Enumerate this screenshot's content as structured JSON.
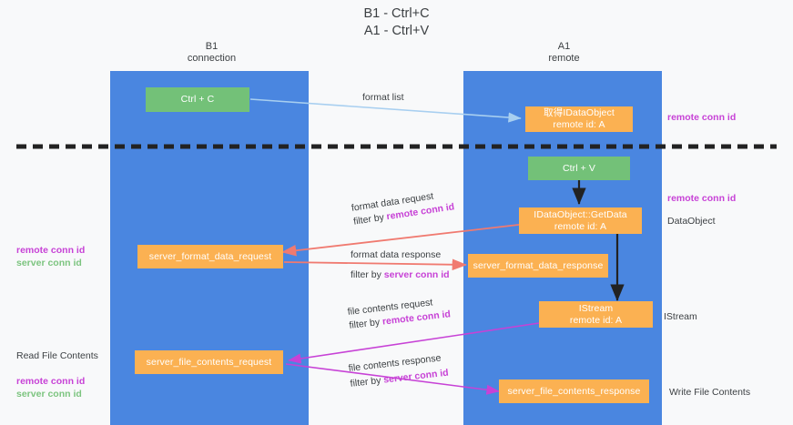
{
  "title": {
    "line1": "B1 - Ctrl+C",
    "line2": "A1 - Ctrl+V"
  },
  "columns": [
    {
      "id": "b1",
      "name": "B1",
      "role": "connection"
    },
    {
      "id": "a1",
      "name": "A1",
      "role": "remote"
    }
  ],
  "nodes": {
    "ctrl_c": {
      "label": "Ctrl + C"
    },
    "get_idataobject": {
      "label": "取得IDataObject",
      "sub": "remote id: A"
    },
    "ctrl_v": {
      "label": "Ctrl + V"
    },
    "idataobject_getdata": {
      "label": "IDataObject::GetData",
      "sub": "remote id: A"
    },
    "server_format_request": {
      "label": "server_format_data_request"
    },
    "server_format_response": {
      "label": "server_format_data_response"
    },
    "istream": {
      "label": "IStream",
      "sub": "remote id: A"
    },
    "server_file_request": {
      "label": "server_file_contents_request"
    },
    "server_file_response": {
      "label": "server_file_contents_response"
    }
  },
  "edges": {
    "format_list": {
      "line1": "format list"
    },
    "format_data_request": {
      "line1": "format data request",
      "line2_prefix": "filter by ",
      "line2_key": "remote conn id"
    },
    "format_data_response": {
      "line1": "format data response",
      "line2_prefix": "filter by ",
      "line2_key": "server conn id"
    },
    "file_contents_request": {
      "line1": "file contents request",
      "line2_prefix": "filter by ",
      "line2_key": "remote conn id"
    },
    "file_contents_response": {
      "line1": "file contents response",
      "line2_prefix": "filter by ",
      "line2_key": "server conn id"
    }
  },
  "annotations": {
    "left_mid": {
      "remote": "remote conn id",
      "server": "server conn id"
    },
    "left_bottom": {
      "heading": "Read File Contents",
      "remote": "remote conn id",
      "server": "server conn id"
    },
    "right_top": {
      "remote": "remote conn id"
    },
    "right_mid": {
      "remote": "remote conn id",
      "plain": "DataObject"
    },
    "right_istream": {
      "plain": "IStream"
    },
    "right_bottom": {
      "plain": "Write File Contents"
    }
  },
  "colors": {
    "lane": "#4a86e0",
    "node_orange": "#fbb152",
    "node_green": "#73c178",
    "accent_purple": "#c742d6",
    "accent_green": "#7cc47f",
    "arrow_blue": "#a8cff0",
    "arrow_red": "#f07a70",
    "arrow_magenta": "#c742d6",
    "arrow_black": "#222222",
    "divider": "#222222",
    "background": "#f8f9fa"
  }
}
